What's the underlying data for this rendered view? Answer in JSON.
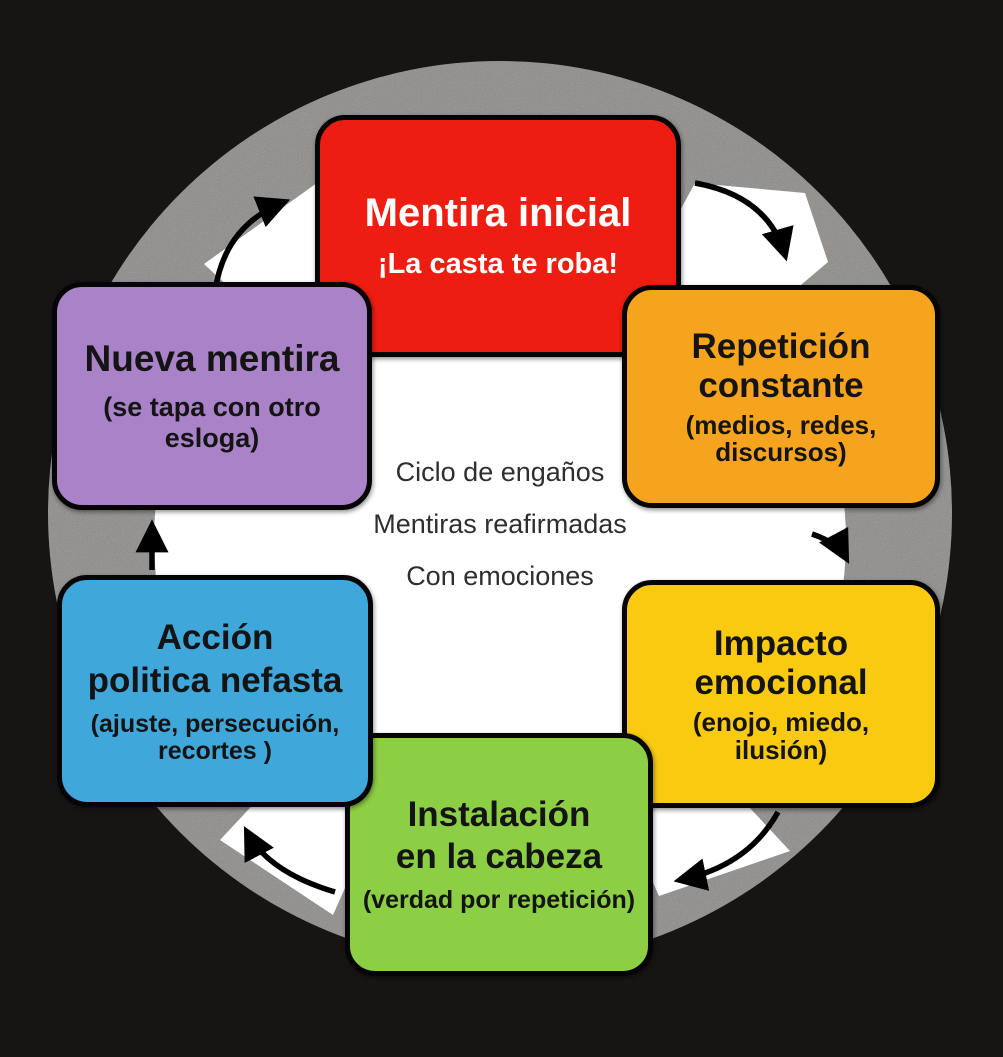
{
  "center": {
    "lines": "Ciclo de engaños\nMentiras reafirmadas\nCon emociones"
  },
  "boxes": [
    {
      "id": "mentira-inicial",
      "title": "Mentira inicial",
      "subtitle": "¡La casta te roba!",
      "bg": "#ee1d12",
      "fg": "#ffffff"
    },
    {
      "id": "repeticion-constante",
      "title": "Repetición\nconstante",
      "subtitle": "(medios, redes,\ndiscursos)",
      "bg": "#f6a41e",
      "fg": "#141414"
    },
    {
      "id": "impacto-emocional",
      "title": "Impacto\nemocional",
      "subtitle": "(enojo, miedo,\nilusión)",
      "bg": "#f9ca10",
      "fg": "#141414"
    },
    {
      "id": "instalacion-cabeza",
      "title": "Instalación\nen la cabeza",
      "subtitle": "(verdad por repetición)",
      "bg": "#8dcf44",
      "fg": "#141414"
    },
    {
      "id": "accion-politica",
      "title": "Acción\npolitica nefasta",
      "subtitle": "(ajuste, persecución,\nrecortes )",
      "bg": "#40a7da",
      "fg": "#141414"
    },
    {
      "id": "nueva-mentira",
      "title": "Nueva mentira",
      "subtitle": "(se tapa con otro esloga)",
      "bg": "#a982c8",
      "fg": "#141414"
    }
  ],
  "colors": {
    "background": "#171414",
    "ring": "#8d8c8a",
    "inner": "#ffffff",
    "arrow": "#000000",
    "center_text": "#2e2e2e"
  }
}
